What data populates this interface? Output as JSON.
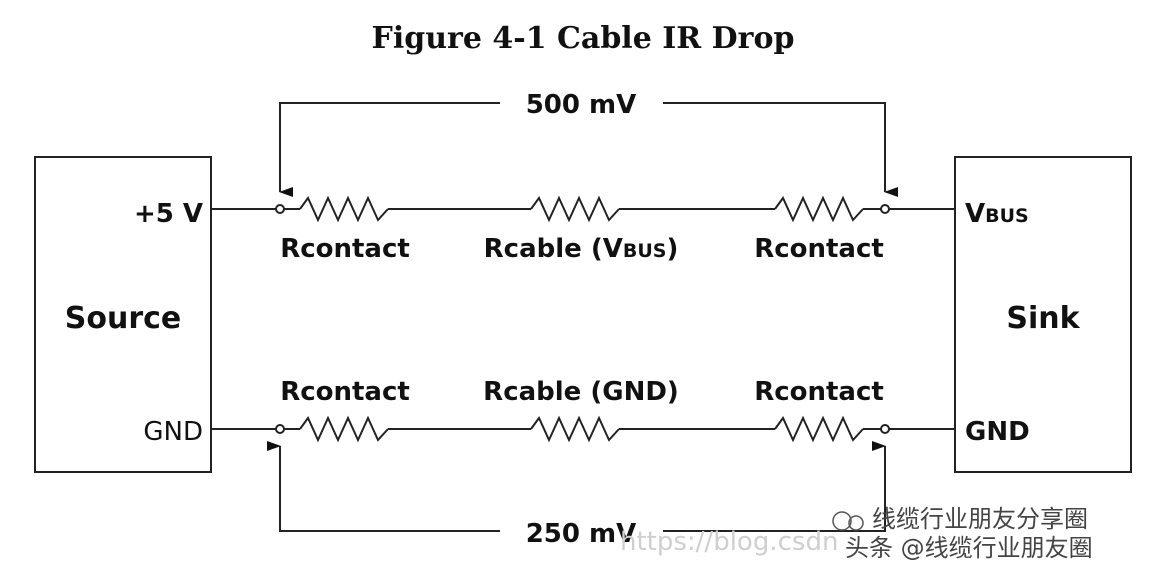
{
  "figure": {
    "title": "Figure 4-1  Cable IR Drop"
  },
  "source": {
    "label": "Source",
    "vplus": "+5 V",
    "gnd": "GND"
  },
  "sink": {
    "label": "Sink",
    "vbus_v": "V",
    "vbus_bus": "BUS",
    "gnd": "GND"
  },
  "top_path": {
    "drop": "500 mV",
    "r1": "Rcontact",
    "r2_prefix": "Rcable (V",
    "r2_sc": "BUS",
    "r2_suffix": ")",
    "r3": "Rcontact"
  },
  "bottom_path": {
    "drop": "250 mV",
    "r1": "Rcontact",
    "r2": "Rcable (GND)",
    "r3": "Rcontact"
  },
  "watermark": {
    "line1": "线缆行业朋友分享圈",
    "line2": "头条 @线缆行业朋友圈",
    "faint": "https://blog.csdn"
  }
}
